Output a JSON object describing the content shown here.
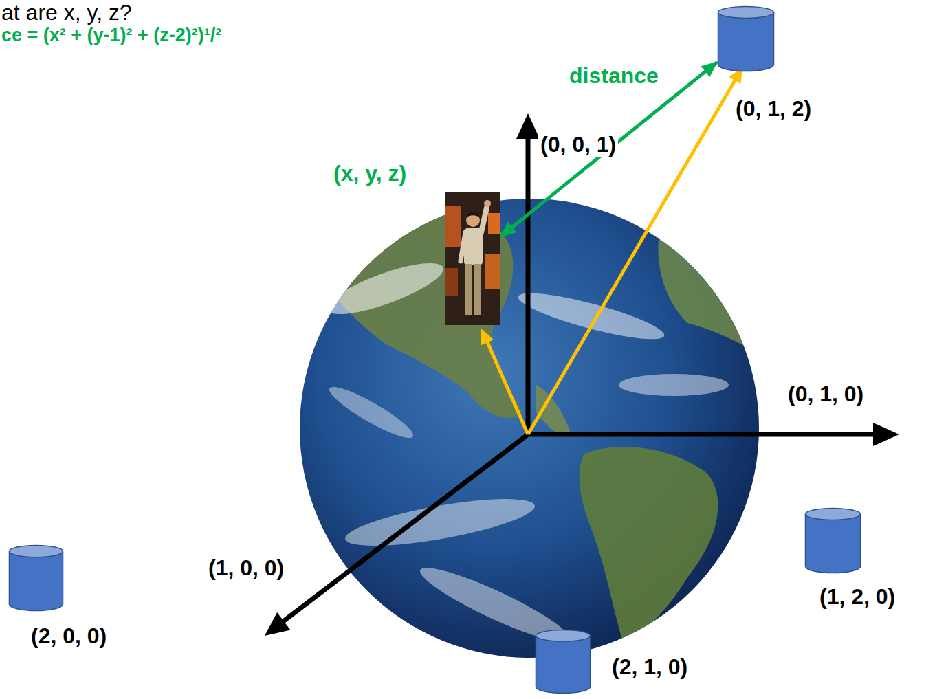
{
  "diagram": {
    "nodes": [
      {
        "text": [
          "(0, 1, 2)"
        ]
      },
      {
        "text": [
          "(x, y, z)"
        ]
      },
      {
        "text": [
          "(1, 2, 0)"
        ]
      },
      {
        "text": [
          "(2, 0, 0)"
        ]
      },
      {
        "text": [
          "(2, 1, 0)"
        ]
      }
    ],
    "edges": [
      {
        "from": 1,
        "to": 0,
        "arrow": "both",
        "label": "distance"
      }
    ],
    "labels": [
      "at are x, y, z?",
      "ce = (x² + (y-1)² + (z-2)²)¹/²",
      "(0, 0, 1)",
      "(0, 1, 0)",
      "(1, 0, 0)"
    ]
  }
}
